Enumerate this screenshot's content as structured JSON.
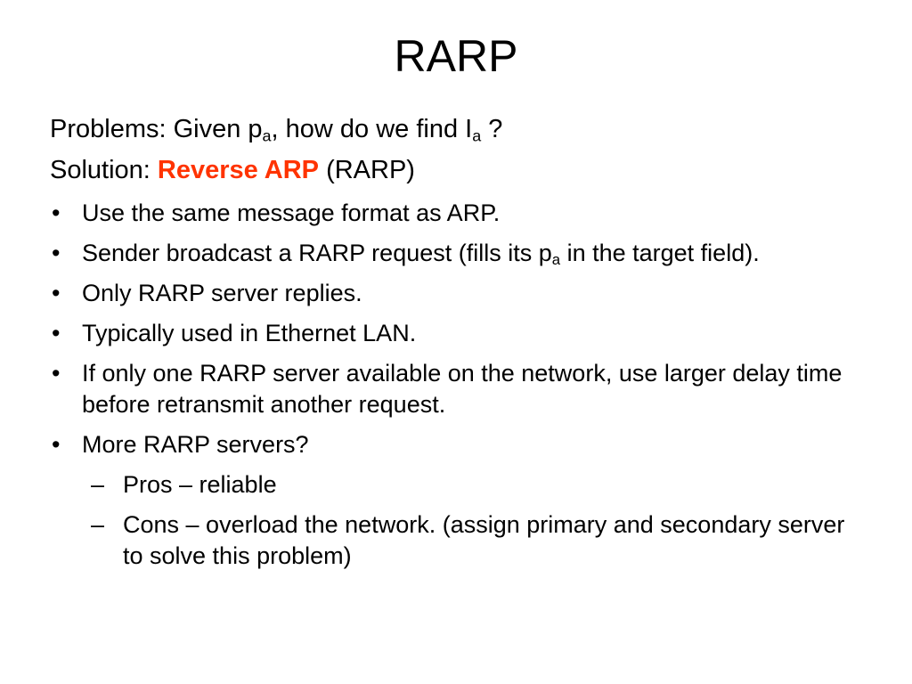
{
  "title": "RARP",
  "problems": {
    "prefix": "Problems: Given p",
    "sub1": "a",
    "middle": ", how do we find I",
    "sub2": "a",
    "suffix": " ?"
  },
  "solution": {
    "prefix": "Solution: ",
    "highlight": "Reverse ARP",
    "suffix": " (RARP)"
  },
  "bullet_marker": "•",
  "sub_marker": "–",
  "bullets": [
    {
      "text": "Use the same message format as ARP."
    },
    {
      "pre": "Sender broadcast a RARP request (fills its p",
      "sub": "a",
      "post": " in the target field)."
    },
    {
      "text": "Only RARP server replies."
    },
    {
      "text": "Typically used in Ethernet LAN."
    },
    {
      "text": "If only one RARP server available on the network, use larger delay time before retransmit another request."
    },
    {
      "text": "More RARP servers?"
    }
  ],
  "sub_bullets": [
    {
      "text": "Pros – reliable"
    },
    {
      "text": "Cons – overload the network. (assign primary and secondary server to solve this problem)"
    }
  ]
}
